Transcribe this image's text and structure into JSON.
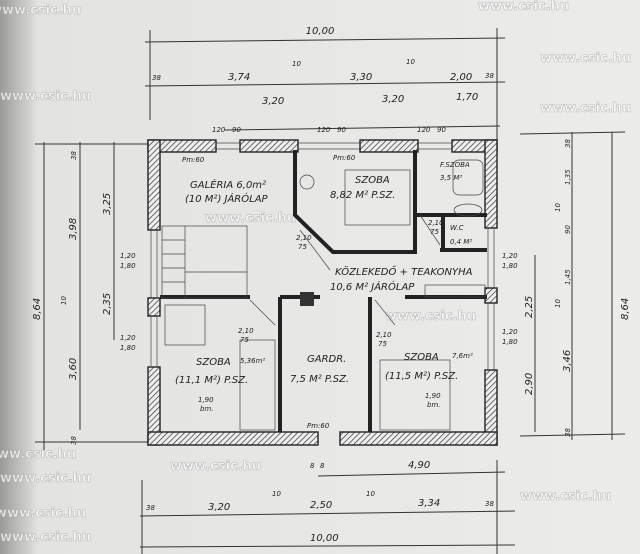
{
  "watermark": "www.csic.hu",
  "dimensions": {
    "top": {
      "total": "10,00",
      "row2": [
        "38",
        "3,74",
        "10",
        "3,30",
        "10",
        "2,00",
        "38"
      ],
      "row3": [
        "3,20",
        "3,20",
        "1,70"
      ],
      "openings": [
        "120",
        "90",
        "120",
        "90",
        "120",
        "90"
      ]
    },
    "left": {
      "total": "8,64",
      "outer": [
        "38",
        "3,98",
        "10",
        "3,60",
        "38"
      ],
      "inner": [
        "3,25",
        "2,35"
      ],
      "windows": [
        "1,20",
        "1,80",
        "1,20",
        "1,80"
      ]
    },
    "right": {
      "total": "8,64",
      "outer": [
        "38",
        "1,35",
        "10",
        "90",
        "1,45",
        "10",
        "3,46",
        "38"
      ],
      "inner": [
        "2,25",
        "2,90"
      ],
      "windows": [
        "1,20",
        "1,80",
        "1,20",
        "1,80"
      ]
    },
    "bottom": {
      "total": "10,00",
      "row1": [
        "38",
        "3,20",
        "10",
        "2,50",
        "10",
        "3,34",
        "38"
      ],
      "top_row": [
        "8",
        "8",
        "4,90"
      ]
    }
  },
  "rooms": {
    "galeria": {
      "name": "GALÉRIA 6,0m²",
      "floor": "(10 M²) JÁRÓLAP",
      "sill": "Pm:60"
    },
    "szoba_top": {
      "name": "SZOBA",
      "area": "8,82 M² P.SZ.",
      "sill": "Pm:60"
    },
    "furdo": {
      "name": "F.SZOBA",
      "area": "3,5 M²"
    },
    "wc": {
      "name": "W.C",
      "area": "0,4 M²"
    },
    "kozlekedo": {
      "name": "KÖZLEKEDŐ + TEAKONYHA",
      "area": "10,6 M² JÁRÓLAP"
    },
    "szoba_left": {
      "name": "SZOBA",
      "extra": "5,36m²",
      "area": "(11,1 M²) P.SZ.",
      "bed": "1,90",
      "bed_unit": "bm."
    },
    "gardrob": {
      "name": "GARDR.",
      "area": "7,5 M² P.SZ.",
      "sill": "Pm:60"
    },
    "szoba_right": {
      "name": "SZOBA",
      "extra": "7,6m²",
      "area": "(11,5 M²) P.SZ.",
      "bed": "1,90",
      "bed_unit": "bm."
    }
  },
  "doors": [
    "2,10",
    "75",
    "2,10",
    "75",
    "2,10",
    "75",
    "2,10",
    "75"
  ]
}
